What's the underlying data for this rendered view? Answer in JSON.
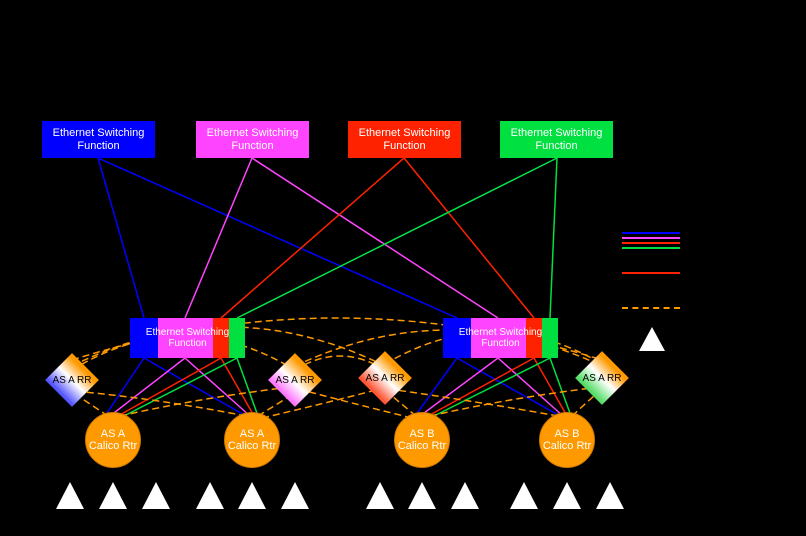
{
  "colors": {
    "background": "#000000",
    "blue": "#0000ff",
    "magenta": "#ff44ff",
    "red": "#ff2200",
    "green": "#00e040",
    "orange": "#ff9900",
    "node_text": "#ffffff"
  },
  "top_switches": [
    {
      "label": "Ethernet Switching Function",
      "color": "#0000ff"
    },
    {
      "label": "Ethernet Switching Function",
      "color": "#ff44ff"
    },
    {
      "label": "Ethernet Switching Function",
      "color": "#ff2200"
    },
    {
      "label": "Ethernet Switching Function",
      "color": "#00e040"
    }
  ],
  "fabric_switches": [
    {
      "label": "Ethernet Switching Function",
      "segment_colors": [
        "#0000ff",
        "#ff44ff",
        "#ff2200",
        "#00e040"
      ]
    },
    {
      "label": "Ethernet Switching Function",
      "segment_colors": [
        "#0000ff",
        "#ff44ff",
        "#ff2200",
        "#00e040"
      ]
    }
  ],
  "route_reflectors": [
    {
      "label": "AS A RR"
    },
    {
      "label": "AS A RR"
    },
    {
      "label": "AS A RR"
    },
    {
      "label": "AS A RR"
    }
  ],
  "routers": [
    {
      "label": "AS A Calico Rtr"
    },
    {
      "label": "AS A Calico Rtr"
    },
    {
      "label": "AS B Calico Rtr"
    },
    {
      "label": "AS B Calico Rtr"
    }
  ],
  "legend": {
    "stacked_line_colors": [
      "#0000ff",
      "#ff44ff",
      "#ff2200",
      "#00e040"
    ],
    "single_line_color": "#ff2200",
    "dashed_line_color": "#ff9900",
    "triangle_color": "#ffffff"
  }
}
